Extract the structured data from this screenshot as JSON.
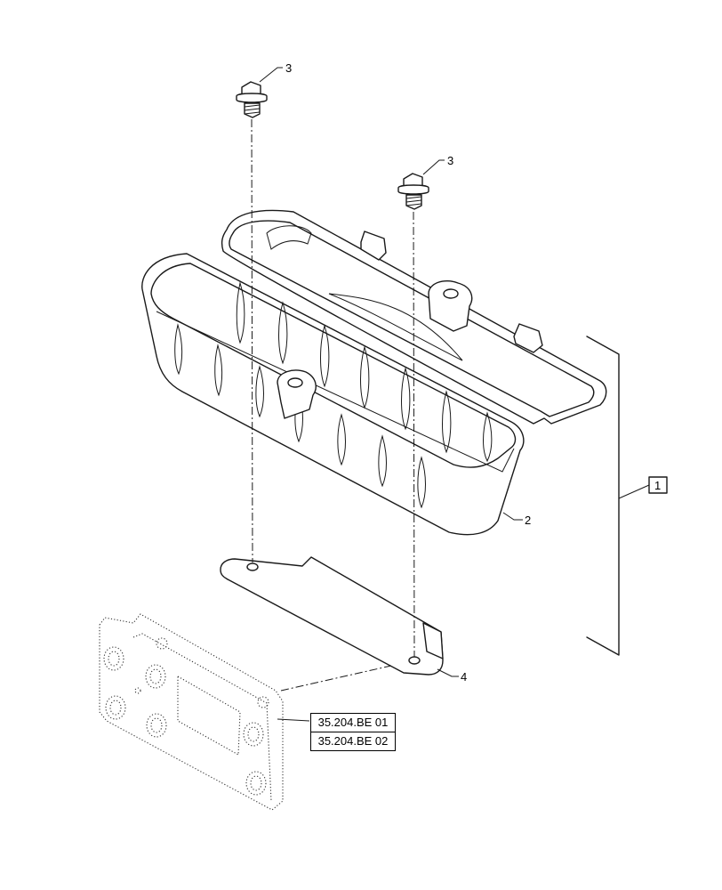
{
  "callouts": {
    "bolt_left": "3",
    "bolt_right": "3",
    "tool_box": "2",
    "bracket": "4",
    "assembly": "1"
  },
  "references": [
    "35.204.BE 01",
    "35.204.BE 02"
  ]
}
